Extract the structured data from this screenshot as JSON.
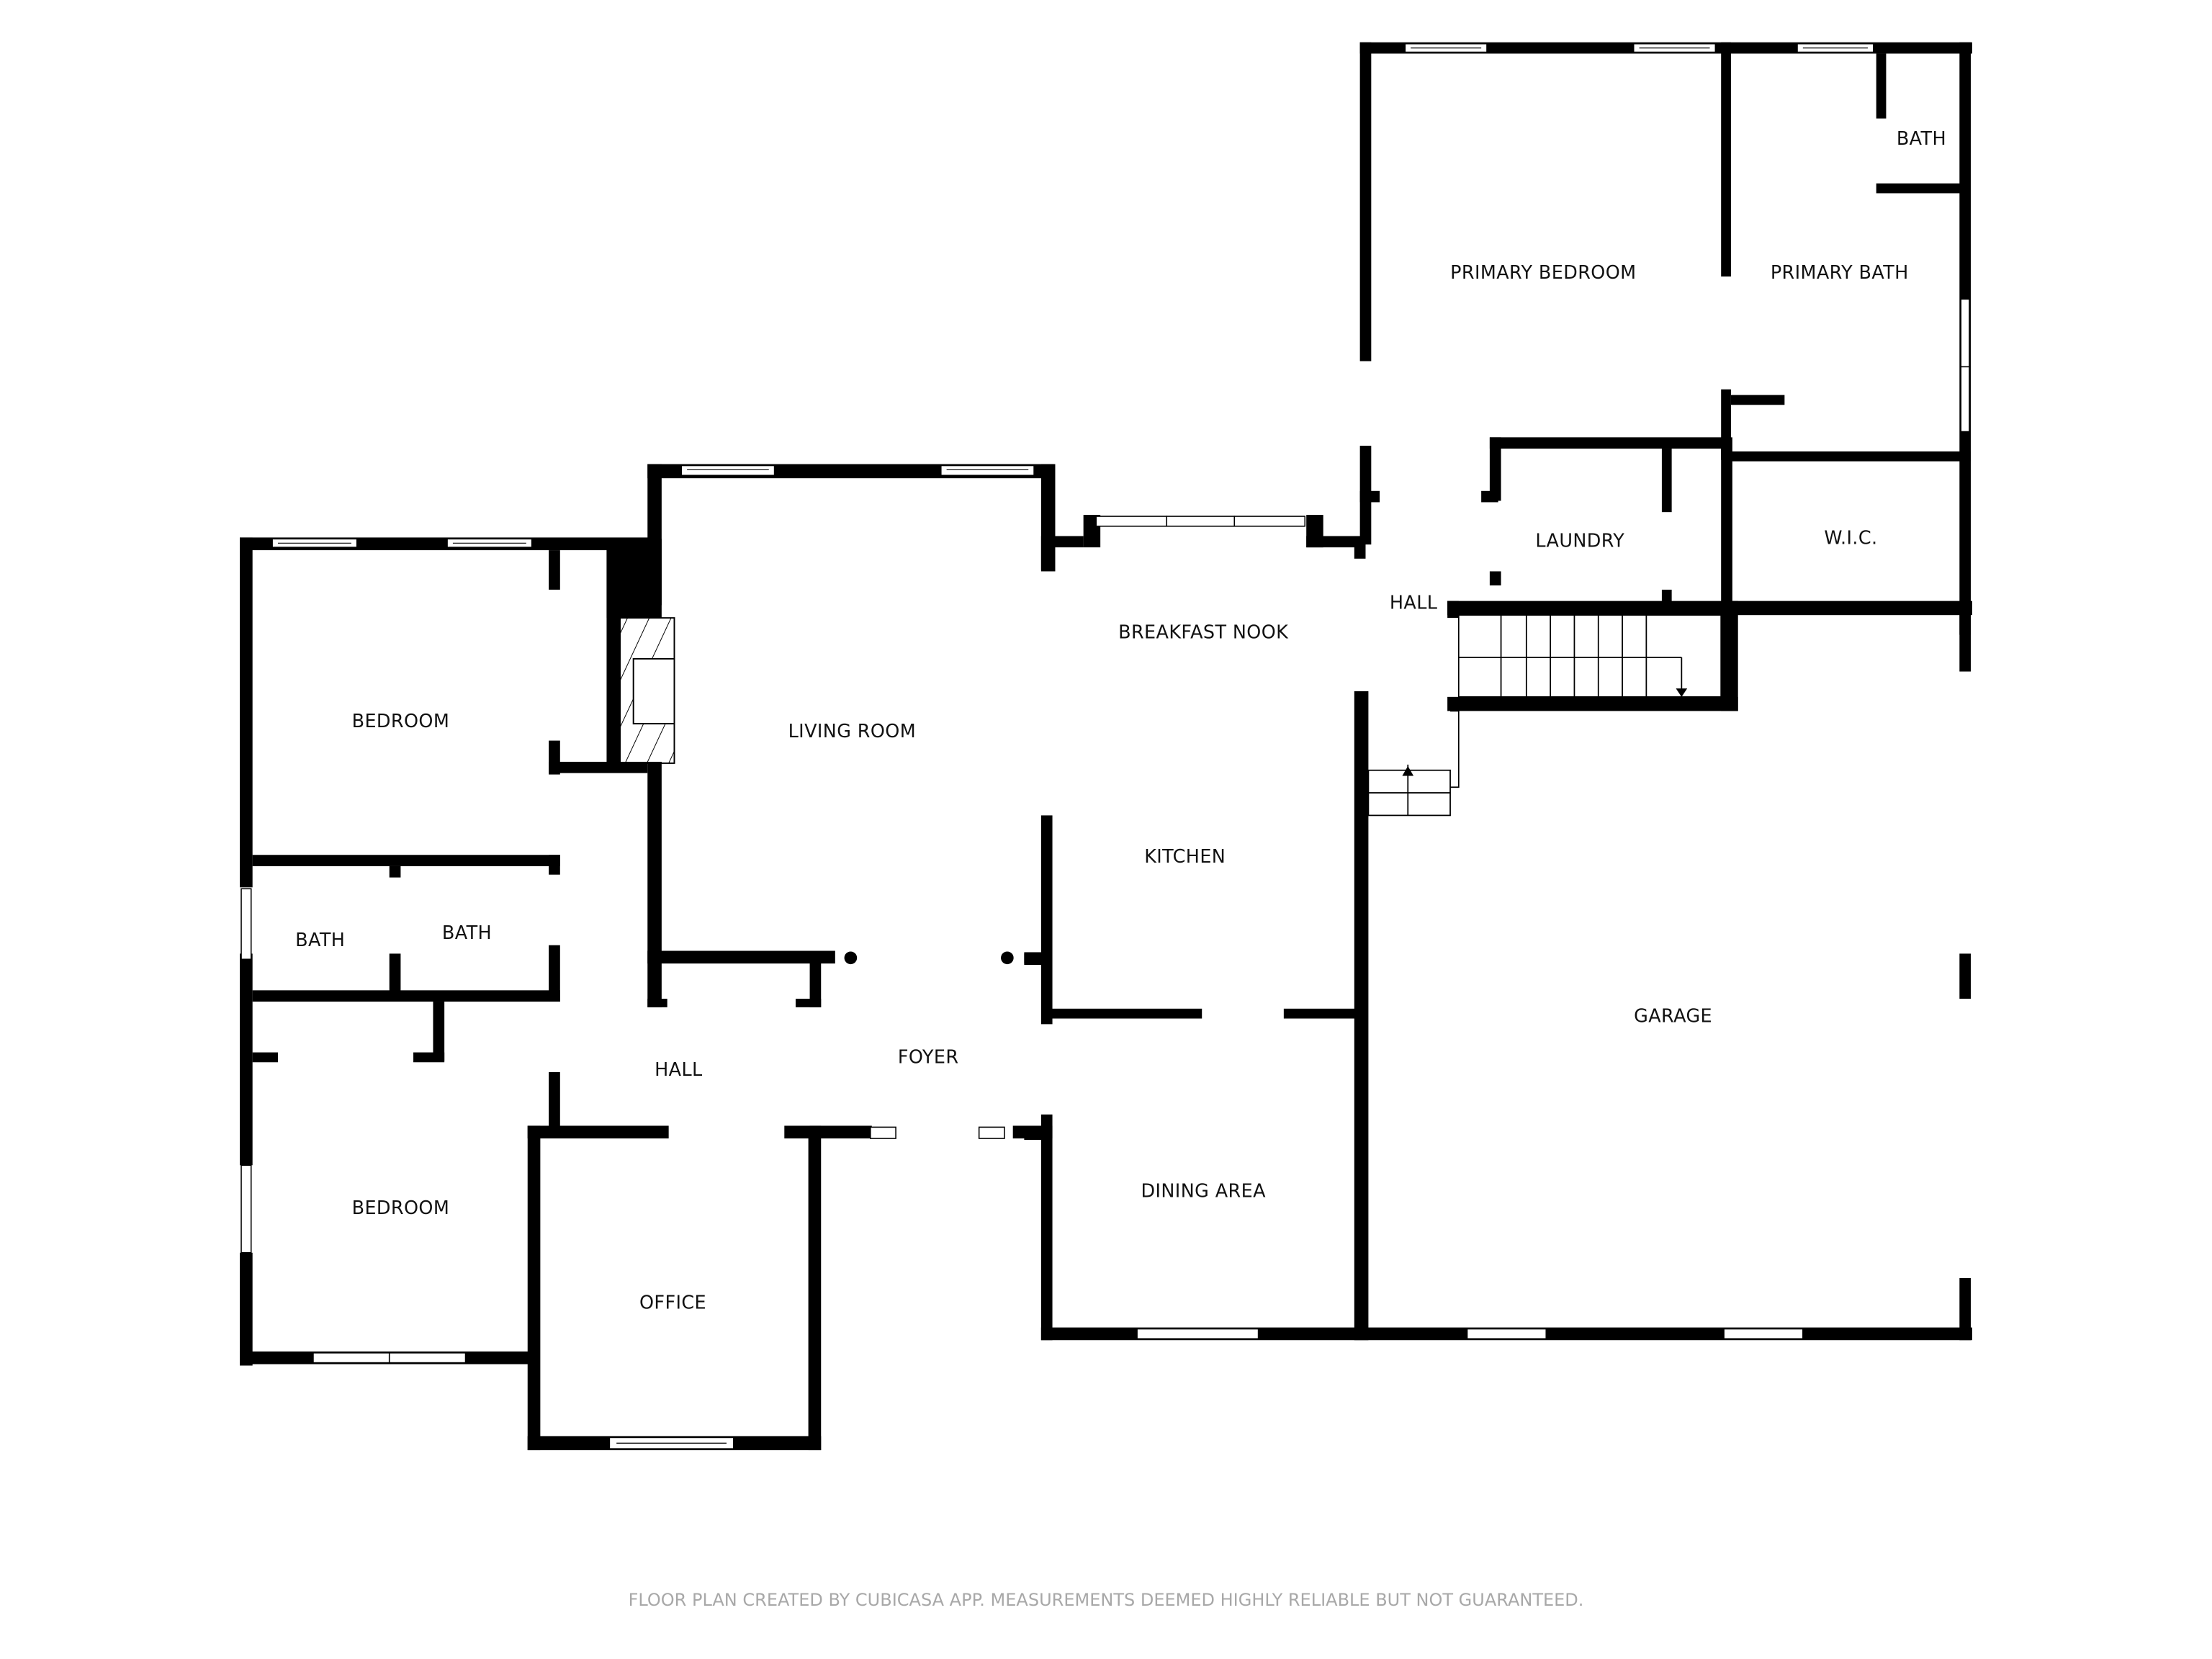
{
  "plan": {
    "rooms": [
      {
        "id": "primary-bedroom",
        "label": "PRIMARY BEDROOM"
      },
      {
        "id": "primary-bath",
        "label": "PRIMARY BATH"
      },
      {
        "id": "primary-bath-wc",
        "label": "BATH"
      },
      {
        "id": "wic",
        "label": "W.I.C."
      },
      {
        "id": "laundry",
        "label": "LAUNDRY"
      },
      {
        "id": "hall-east",
        "label": "HALL"
      },
      {
        "id": "breakfast-nook",
        "label": "BREAKFAST NOOK"
      },
      {
        "id": "kitchen",
        "label": "KITCHEN"
      },
      {
        "id": "dining-area",
        "label": "DINING AREA"
      },
      {
        "id": "garage",
        "label": "GARAGE"
      },
      {
        "id": "living-room",
        "label": "LIVING ROOM"
      },
      {
        "id": "foyer",
        "label": "FOYER"
      },
      {
        "id": "hall-west",
        "label": "HALL"
      },
      {
        "id": "bedroom-north",
        "label": "BEDROOM"
      },
      {
        "id": "bath-west",
        "label": "BATH"
      },
      {
        "id": "bath-center",
        "label": "BATH"
      },
      {
        "id": "bedroom-south",
        "label": "BEDROOM"
      },
      {
        "id": "office",
        "label": "OFFICE"
      }
    ]
  },
  "footer": {
    "disclaimer": "FLOOR PLAN CREATED BY CUBICASA APP. MEASUREMENTS DEEMED HIGHLY RELIABLE BUT NOT GUARANTEED."
  },
  "colors": {
    "wall": "#000000",
    "background": "#ffffff",
    "footer_text": "#a8a8a8"
  }
}
